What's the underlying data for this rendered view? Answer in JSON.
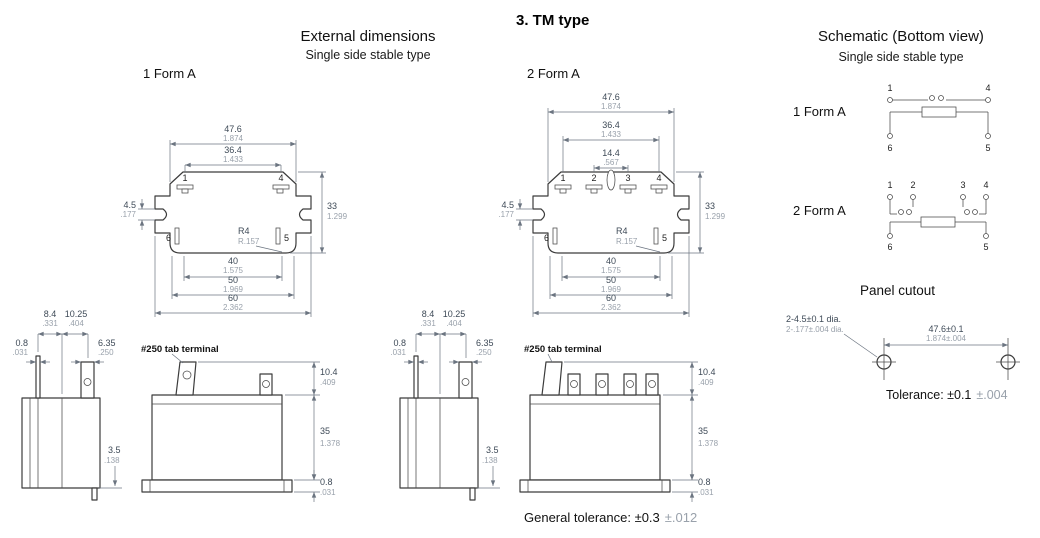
{
  "headings": {
    "tm_type": "3. TM type",
    "external_dimensions": "External dimensions",
    "single_side_stable": "Single side stable type",
    "schematic_title": "Schematic (Bottom view)",
    "schematic_subtitle": "Single side stable type",
    "panel_cutout": "Panel cutout"
  },
  "labels": {
    "form1": "1 Form A",
    "form2": "2 Form A",
    "tab_terminal": "#250 tab terminal"
  },
  "dims": {
    "body_width": {
      "mm": "47.6",
      "in": "1.874"
    },
    "terminal_span": {
      "mm": "36.4",
      "in": "1.433"
    },
    "center_span": {
      "mm": "14.4",
      "in": ".567"
    },
    "slot_width": {
      "mm": "4.5",
      "in": ".177"
    },
    "body_depth": {
      "mm": "33",
      "in": "1.299"
    },
    "corner_radius": {
      "mm": "R4",
      "in": "R.157"
    },
    "pitch_40": {
      "mm": "40",
      "in": "1.575"
    },
    "pitch_50": {
      "mm": "50",
      "in": "1.969"
    },
    "pitch_60": {
      "mm": "60",
      "in": "2.362"
    },
    "front_8_4": {
      "mm": "8.4",
      "in": ".331"
    },
    "front_10_25": {
      "mm": "10.25",
      "in": ".404"
    },
    "tab_thickness": {
      "mm": "0.8",
      "in": ".031"
    },
    "tab_width": {
      "mm": "6.35",
      "in": ".250"
    },
    "boss_3_5": {
      "mm": "3.5",
      "in": ".138"
    },
    "tab_height": {
      "mm": "10.4",
      "in": ".409"
    },
    "body_height": {
      "mm": "35",
      "in": "1.378"
    },
    "flange_thickness": {
      "mm": "0.8",
      "in": ".031"
    }
  },
  "pins": {
    "p1": "1",
    "p2": "2",
    "p3": "3",
    "p4": "4",
    "p5": "5",
    "p6": "6"
  },
  "panel": {
    "holes_mm": "2-4.5±0.1 dia.",
    "holes_in": "2-.177±.004 dia.",
    "pitch_mm": "47.6±0.1",
    "pitch_in": "1.874±.004",
    "tolerance_mm": "Tolerance: ±0.1",
    "tolerance_in": "±.004"
  },
  "footer": {
    "general_tolerance_mm": "General tolerance: ±0.3",
    "general_tolerance_in": "±.012"
  }
}
